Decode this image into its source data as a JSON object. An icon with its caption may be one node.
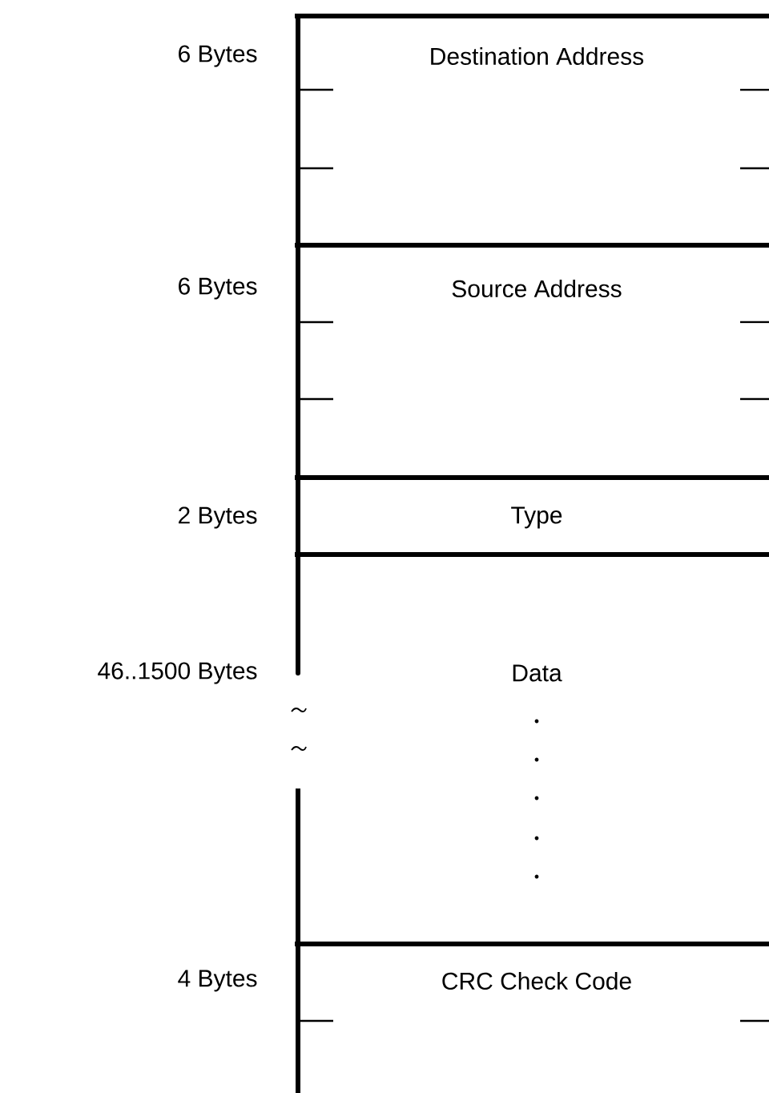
{
  "diagram": {
    "nodes": [
      {
        "text": [
          "Destination Address"
        ],
        "beside": [
          "6 Bytes"
        ]
      },
      {
        "text": [
          "Source Address"
        ],
        "beside": [
          "6 Bytes"
        ]
      },
      {
        "text": [
          "Type"
        ],
        "beside": [
          "2 Bytes"
        ]
      },
      {
        "text": [
          "Data"
        ],
        "beside": [
          "46..1500 Bytes"
        ]
      },
      {
        "text": [
          "CRC Check Code"
        ],
        "beside": [
          "4 Bytes"
        ]
      }
    ]
  }
}
